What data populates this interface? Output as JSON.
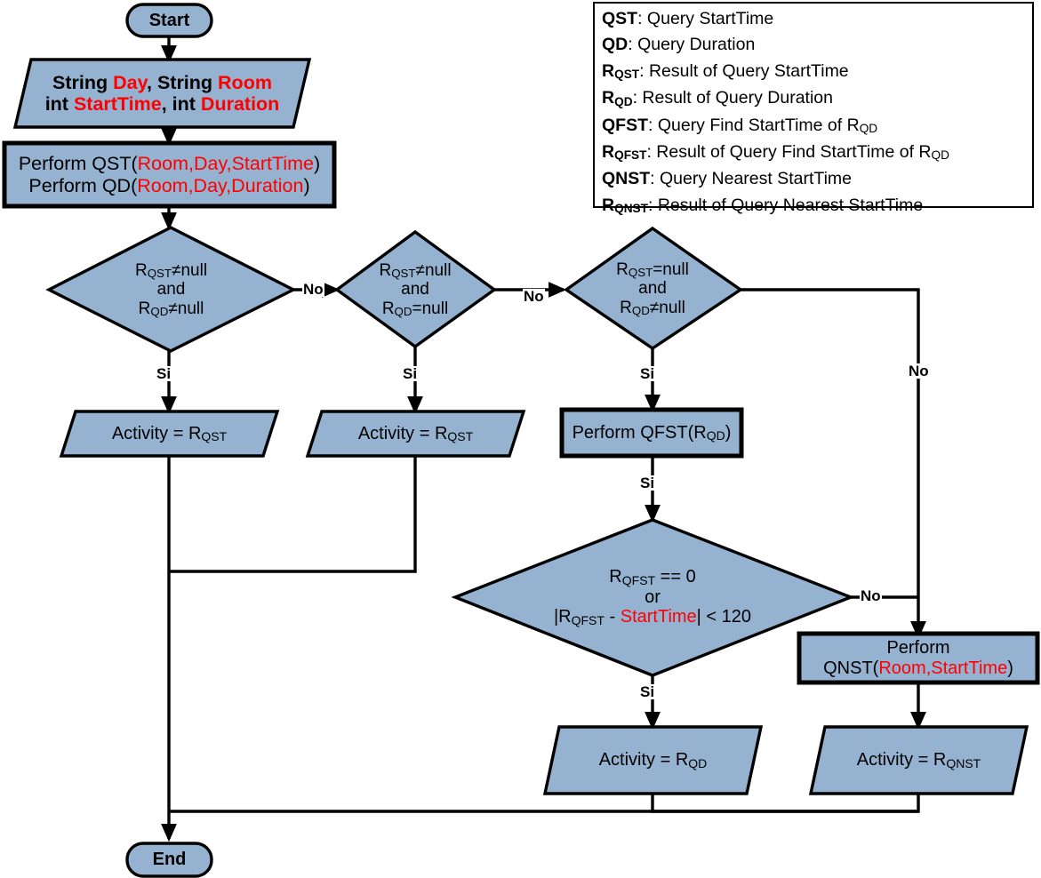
{
  "diagram": {
    "title": "Activity selection flowchart",
    "colors": {
      "node_fill": "#95b3d0",
      "node_stroke": "#000000",
      "highlight_text": "#ff0000",
      "background": "#ffffff"
    }
  },
  "legend": {
    "entries": [
      {
        "key": "QST",
        "sub": "",
        "text": ": Query StartTime"
      },
      {
        "key": "QD",
        "sub": "",
        "text": ": Query Duration"
      },
      {
        "key": "R",
        "sub": "QST",
        "text": ": Result of Query StartTime"
      },
      {
        "key": "R",
        "sub": "QD",
        "text": ": Result of Query Duration"
      },
      {
        "key": "QFST",
        "sub": "",
        "text": ": Query Find StartTime of R"
      },
      {
        "key": "R",
        "sub": "QFST",
        "text": ": Result of Query Find StartTime of R"
      },
      {
        "key": "QNST",
        "sub": "",
        "text": ": Query Nearest StartTime"
      },
      {
        "key": "R",
        "sub": "QNST",
        "text": ": Result of Query Nearest StartTime"
      }
    ]
  },
  "nodes": {
    "start": {
      "label": "Start",
      "shape": "terminator"
    },
    "input": {
      "shape": "parallelogram",
      "line1": {
        "parts": [
          {
            "t": "String ",
            "c": "black"
          },
          {
            "t": "Day",
            "c": "red"
          },
          {
            "t": ", String ",
            "c": "black"
          },
          {
            "t": "Room",
            "c": "red"
          }
        ]
      },
      "line2": {
        "parts": [
          {
            "t": "int ",
            "c": "black"
          },
          {
            "t": "StartTime",
            "c": "red"
          },
          {
            "t": ", int ",
            "c": "black"
          },
          {
            "t": "Duration",
            "c": "red"
          }
        ]
      }
    },
    "perform_queries": {
      "shape": "process",
      "line1": {
        "parts": [
          {
            "t": "Perform QST(",
            "c": "black"
          },
          {
            "t": "Room,Day,StartTime",
            "c": "red"
          },
          {
            "t": ")",
            "c": "black"
          }
        ]
      },
      "line2": {
        "parts": [
          {
            "t": "Perform QD(",
            "c": "black"
          },
          {
            "t": "Room,Day,Duration",
            "c": "red"
          },
          {
            "t": ")",
            "c": "black"
          }
        ]
      }
    },
    "decision1": {
      "shape": "decision",
      "line1": "R<sub>QST</sub>≠null",
      "line2": "and",
      "line3": "R<sub>QD</sub>≠null"
    },
    "decision2": {
      "shape": "decision",
      "line1": "R<sub>QST</sub>≠null",
      "line2": "and",
      "line3": "R<sub>QD</sub>=null"
    },
    "decision3": {
      "shape": "decision",
      "line1": "R<sub>QST</sub>=null",
      "line2": "and",
      "line3": "R<sub>QD</sub>≠null"
    },
    "activity_qst_1": {
      "shape": "parallelogram",
      "label": "Activity = R<sub>QST</sub>"
    },
    "activity_qst_2": {
      "shape": "parallelogram",
      "label": "Activity = R<sub>QST</sub>"
    },
    "perform_qfst": {
      "shape": "process",
      "label": "Perform QFST(R<sub>QD</sub>)"
    },
    "decision4": {
      "shape": "decision",
      "line1": "R<sub>QFST</sub> == 0",
      "line2": "or",
      "line3_parts": [
        {
          "t": "|R",
          "c": "black"
        },
        {
          "t": "QFST",
          "c": "black",
          "sub": true
        },
        {
          "t": " - ",
          "c": "black"
        },
        {
          "t": "StartTime",
          "c": "red"
        },
        {
          "t": "| < 120",
          "c": "black"
        }
      ]
    },
    "perform_qnst": {
      "shape": "process",
      "line1": {
        "parts": [
          {
            "t": "Perform",
            "c": "black"
          }
        ]
      },
      "line2": {
        "parts": [
          {
            "t": "QNST(",
            "c": "black"
          },
          {
            "t": "Room,StartTime",
            "c": "red"
          },
          {
            "t": ")",
            "c": "black"
          }
        ]
      }
    },
    "activity_qd": {
      "shape": "parallelogram",
      "label": "Activity = R<sub>QD</sub>"
    },
    "activity_qnst": {
      "shape": "parallelogram",
      "label": "Activity = R<sub>QNST</sub>"
    },
    "end": {
      "label": "End",
      "shape": "terminator"
    }
  },
  "edge_labels": {
    "d1_no": "No",
    "d1_si": "Si",
    "d2_no": "No",
    "d2_si": "Si",
    "d3_no": "No",
    "d3_si": "Si",
    "qfst_si": "Si",
    "d4_no": "No",
    "d4_si": "Si"
  }
}
